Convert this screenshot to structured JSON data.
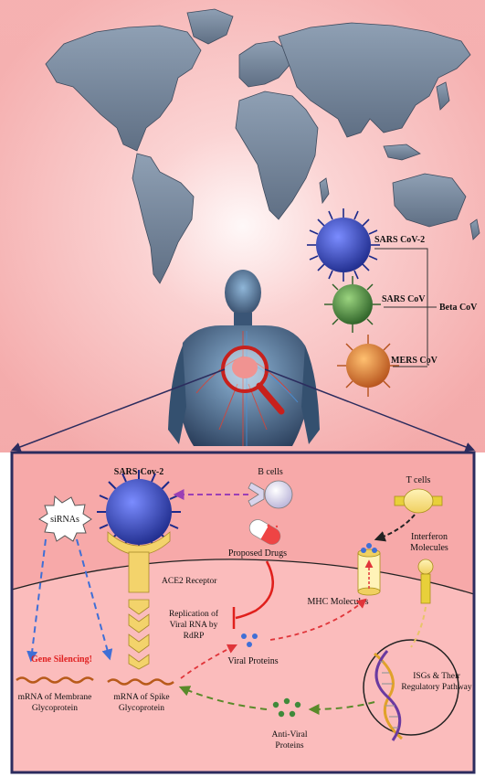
{
  "virus_list": {
    "sars_cov2": "SARS CoV-2",
    "sars_cov": "SARS CoV",
    "mers_cov": "MERS CoV",
    "group": "Beta CoV"
  },
  "cell_panel": {
    "sirnas": "siRNAs",
    "sars_cov2_title": "SARS-Cov-2",
    "b_cells": "B cells",
    "t_cells": "T cells",
    "proposed_drugs": "Proposed Drugs",
    "interferon_1": "Interferon",
    "interferon_2": "Molecules",
    "ace2": "ACE2 Receptor",
    "replication_1": "Replication of",
    "replication_2": "Viral RNA by",
    "replication_3": "RdRP",
    "mhc": "MHC Molecules",
    "gene_silencing": "Gene Silencing!",
    "viral_proteins": "Viral Proteins",
    "isgs_1": "ISGs & Their",
    "isgs_2": "Regulatory Pathway",
    "mrna_membrane_1": "mRNA of Membrane",
    "mrna_membrane_2": "Glycoprotein",
    "mrna_spike_1": "mRNA of Spike",
    "mrna_spike_2": "Glycoprotein",
    "antiviral_1": "Anti-Viral",
    "antiviral_2": "Proteins"
  },
  "colors": {
    "panel_border": "#2c2c5e",
    "virus_blue": "#3b4fc4",
    "virus_green": "#3f8a3a",
    "virus_orange": "#e07a2a",
    "arrow_purple": "#9b3fb5",
    "arrow_blue": "#3f6fd6",
    "arrow_red": "#e0353a",
    "arrow_green": "#5a8a2a",
    "arrow_gold": "#e8c468",
    "receptor": "#f3d36b",
    "gene_silencing": "#e02020"
  }
}
